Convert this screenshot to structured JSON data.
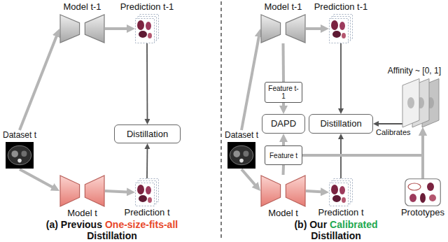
{
  "diagram": {
    "nodes": [
      {
        "text": [
          "Model t-1"
        ]
      },
      {
        "text": [
          "Prediction t-1"
        ]
      },
      {
        "text": [
          "Dataset t"
        ]
      },
      {
        "text": [
          "Distillation"
        ]
      },
      {
        "text": [
          "Model t"
        ]
      },
      {
        "text": [
          "Prediction t"
        ]
      },
      {
        "text": [
          "Model t-1"
        ]
      },
      {
        "text": [
          "Prediction t-1"
        ]
      },
      {
        "text": [
          "Affinity ~ [0, 1]"
        ]
      },
      {
        "text": [
          "Feature t-1"
        ]
      },
      {
        "text": [
          "Dataset t"
        ]
      },
      {
        "text": [
          "DAPD"
        ]
      },
      {
        "text": [
          "Distillation"
        ]
      },
      {
        "text": [
          "Feature t"
        ]
      },
      {
        "text": [
          "Model t"
        ]
      },
      {
        "text": [
          "Prediction t"
        ]
      },
      {
        "text": [
          "Prototypes"
        ]
      }
    ],
    "edges": [
      {
        "from": 2,
        "to": 0,
        "arrow": "to"
      },
      {
        "from": 2,
        "to": 4,
        "arrow": "to"
      },
      {
        "from": 0,
        "to": 1,
        "arrow": "to"
      },
      {
        "from": 4,
        "to": 5,
        "arrow": "to"
      },
      {
        "from": 1,
        "to": 3,
        "arrow": "to"
      },
      {
        "from": 5,
        "to": 3,
        "arrow": "to"
      },
      {
        "from": 10,
        "to": 6,
        "arrow": "to"
      },
      {
        "from": 10,
        "to": 14,
        "arrow": "to"
      },
      {
        "from": 6,
        "to": 7,
        "arrow": "to"
      },
      {
        "from": 14,
        "to": 15,
        "arrow": "to"
      },
      {
        "from": 7,
        "to": 12,
        "arrow": "to"
      },
      {
        "from": 15,
        "to": 12,
        "arrow": "to"
      },
      {
        "from": 6,
        "to": 9,
        "arrow": "none"
      },
      {
        "from": 9,
        "to": 11,
        "arrow": "to"
      },
      {
        "from": 14,
        "to": 13,
        "arrow": "none"
      },
      {
        "from": 13,
        "to": 11,
        "arrow": "to"
      },
      {
        "from": 13,
        "to": 8,
        "arrow": "to"
      },
      {
        "from": 16,
        "to": 8,
        "arrow": "to"
      },
      {
        "from": 8,
        "to": 12,
        "arrow": "to",
        "label": "Calibrates"
      }
    ],
    "labels": [
      "(a) Previous",
      "One-size-fits-all",
      "Distillation",
      "(b) Our",
      "Calibrated",
      "Distillation"
    ]
  }
}
